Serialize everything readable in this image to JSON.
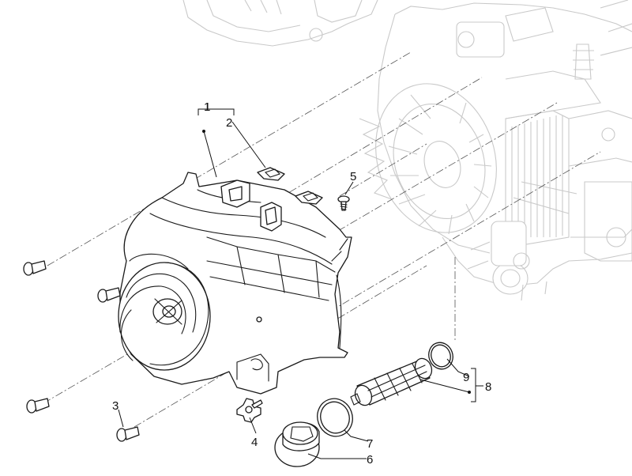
{
  "callouts": {
    "c1": "1",
    "c2": "2",
    "c3": "3",
    "c4": "4",
    "c5": "5",
    "c6": "6",
    "c7": "7",
    "c8": "8",
    "c9": "9"
  },
  "colors": {
    "ink": "#1a1a1a",
    "ghost": "#c9c9c9",
    "background": "#ffffff"
  }
}
